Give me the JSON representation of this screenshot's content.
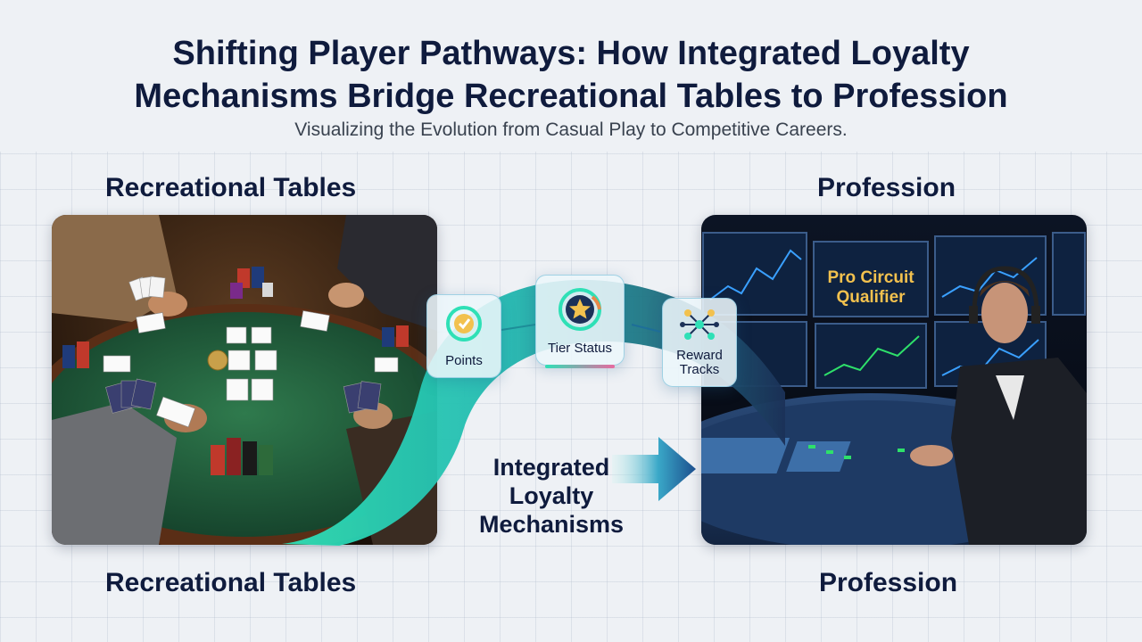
{
  "header": {
    "title_line1": "Shifting Player Pathways: How Integrated Loyalty",
    "title_line2": "Mechanisms Bridge Recreational Tables to Profession",
    "subtitle": "Visualizing the Evolution from Casual Play to Competitive Careers."
  },
  "left_section": {
    "top_label": "Recreational Tables",
    "bottom_label": "Recreational Tables",
    "image": "poker-table-illustration"
  },
  "right_section": {
    "top_label": "Profession",
    "bottom_label": "Profession",
    "monitor_title_line1": "Pro Circuit",
    "monitor_title_line2": "Qualifier",
    "image": "pro-gaming-station-illustration"
  },
  "nodes": [
    {
      "label": "Points",
      "icon": "points-medal-icon"
    },
    {
      "label": "Tier Status",
      "icon": "star-badge-icon"
    },
    {
      "label_line1": "Reward",
      "label_line2": "Tracks",
      "icon": "network-nodes-icon"
    }
  ],
  "bridge": {
    "line1": "Integrated",
    "line2": "Loyalty",
    "line3": "Mechanisms"
  },
  "colors": {
    "title": "#0f1b3d",
    "felt": "#1f5a3a",
    "teal": "#2ee0b6",
    "navy": "#1b3158",
    "background": "#eef1f5"
  }
}
